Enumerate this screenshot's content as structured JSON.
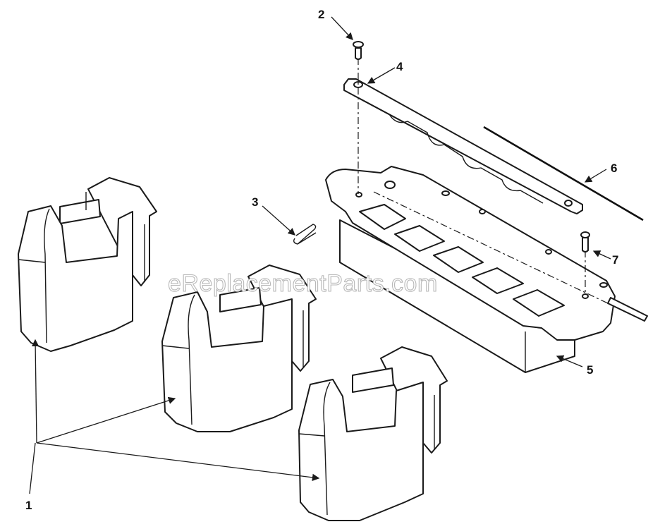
{
  "watermark": "eReplacementParts.com",
  "callouts": {
    "c1": "1",
    "c2": "2",
    "c3": "3",
    "c4": "4",
    "c5": "5",
    "c6": "6",
    "c7": "7"
  }
}
